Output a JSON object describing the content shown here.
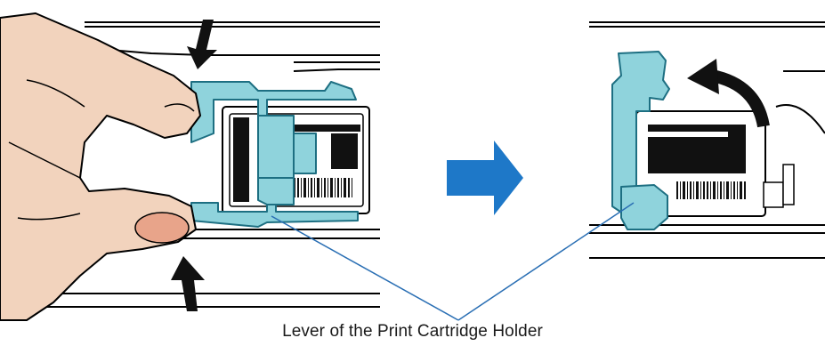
{
  "caption": {
    "text": "Lever of the Print Cartridge Holder"
  },
  "colors": {
    "lever_fill": "#8fd3dc",
    "lever_stroke": "#1d6f82",
    "arrow_blue": "#1e78c8",
    "skin": "#f2d3bd",
    "nail": "#e8a48a",
    "leader_line": "#2a6fb4",
    "black": "#000000"
  },
  "icons": {
    "press_arrows": "down-up-press-arrows",
    "transition_arrow": "right-arrow",
    "rotate_arrow": "curved-arrow"
  }
}
